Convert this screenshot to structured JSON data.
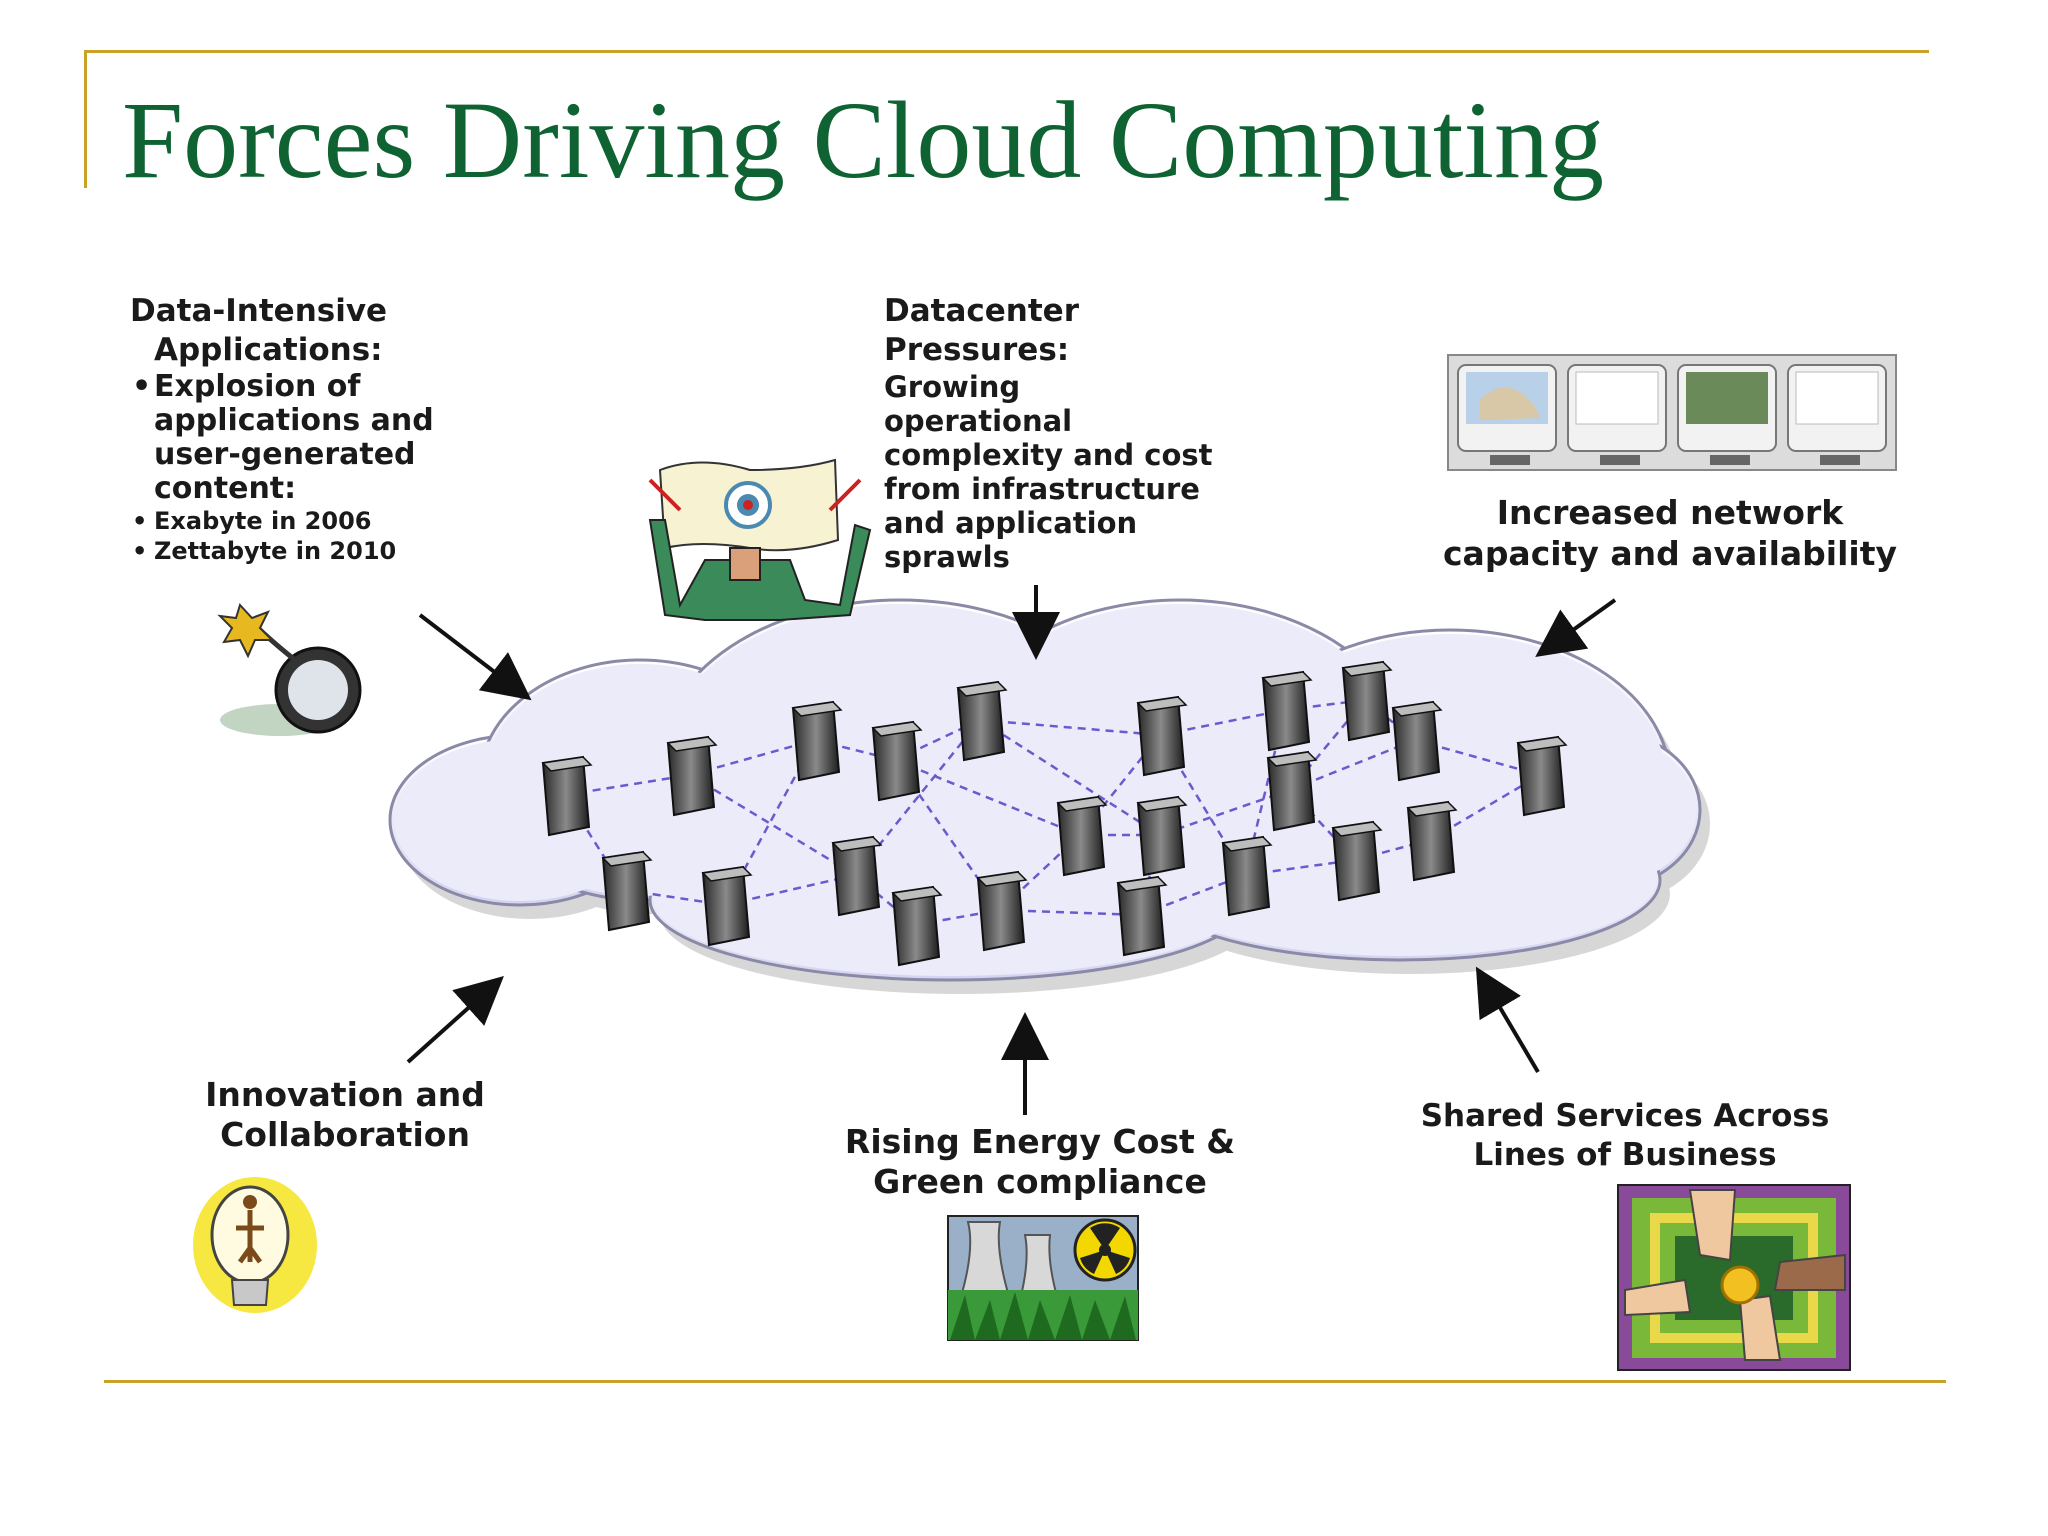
{
  "slide": {
    "title": "Forces Driving Cloud Computing"
  },
  "forces": {
    "data_intensive": {
      "heading_line1": "Data-Intensive",
      "heading_line2": "Applications:",
      "bullet1_line1": "Explosion of",
      "bullet1_line2": "applications and",
      "bullet1_line3": "user-generated",
      "bullet1_line4": "content:",
      "sub1": "Exabyte in 2006",
      "sub2": "Zettabyte in 2010"
    },
    "datacenter": {
      "heading_line1": "Datacenter",
      "heading_line2": "Pressures:",
      "body_line1": "Growing",
      "body_line2": "operational",
      "body_line3": "complexity and cost",
      "body_line4": "from infrastructure",
      "body_line5": "and application",
      "body_line6": "sprawls"
    },
    "network": {
      "line1": "Increased network",
      "line2": "capacity and availability"
    },
    "innovation": {
      "line1": "Innovation and",
      "line2": "Collaboration"
    },
    "energy": {
      "line1": "Rising Energy Cost &",
      "line2": "Green compliance"
    },
    "shared": {
      "line1": "Shared Services Across",
      "line2": "Lines of Business"
    }
  },
  "colors": {
    "title": "#0f6332",
    "frame": "#c9a227",
    "cloud_fill": "#e8e8f8",
    "network_links": "#6a5acd"
  },
  "icons": [
    "bomb-icon",
    "stressed-person-icon",
    "devices-icon",
    "server-icon",
    "lightbulb-icon",
    "power-plant-icon",
    "hands-icon"
  ]
}
